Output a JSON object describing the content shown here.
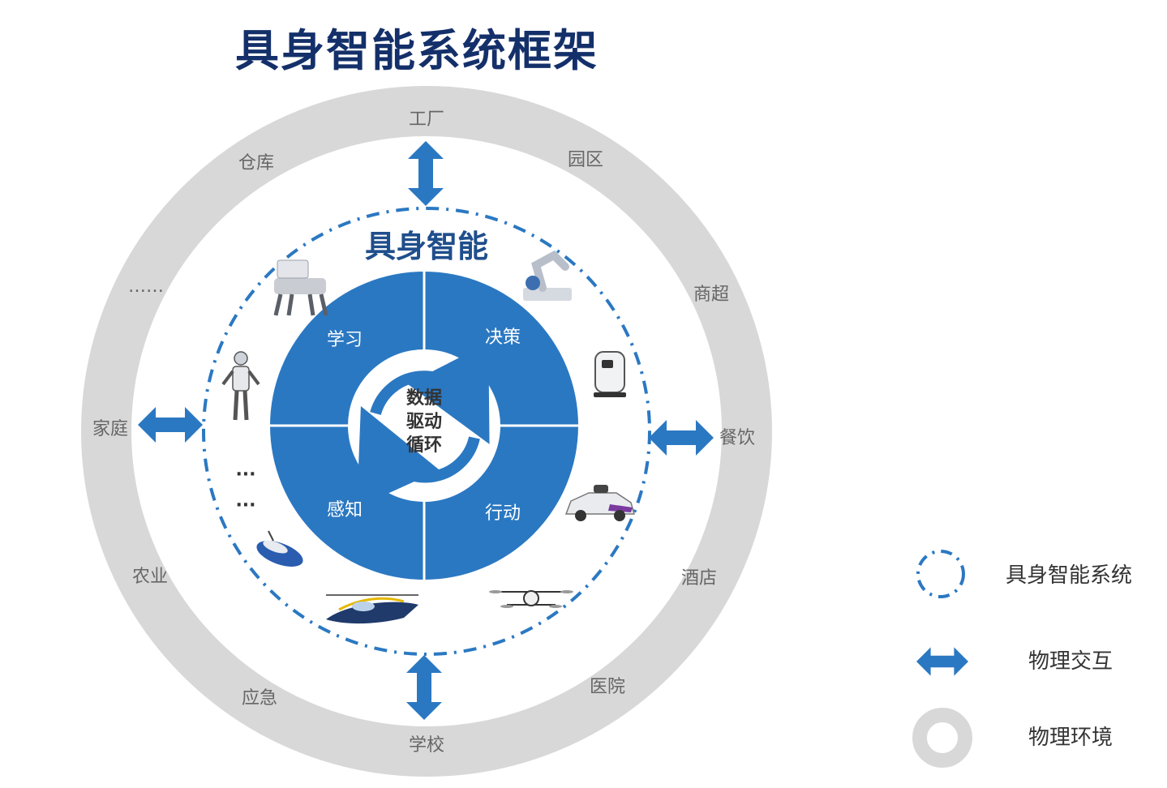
{
  "title": "具身智能系统框架",
  "system_label": "具身智能",
  "core": {
    "line1": "数据",
    "line2": "驱动",
    "line3": "循环"
  },
  "quadrants": {
    "learn": "学习",
    "decide": "决策",
    "perceive": "感知",
    "act": "行动"
  },
  "environments": {
    "factory": "工厂",
    "park": "园区",
    "warehouse": "仓库",
    "retail": "商超",
    "ellipsis": "……",
    "home": "家庭",
    "dining": "餐饮",
    "agriculture": "农业",
    "hotel": "酒店",
    "emergency": "应急",
    "hospital": "医院",
    "school": "学校"
  },
  "inner_ellipsis": "···",
  "legend": {
    "system": "具身智能系统",
    "interaction": "物理交互",
    "environment": "物理环境"
  },
  "colors": {
    "title": "#14306a",
    "blue": "#2b78c2",
    "dark_blue": "#1f5a9c",
    "ring_gray": "#d8d8d8",
    "text_gray": "#666666"
  }
}
